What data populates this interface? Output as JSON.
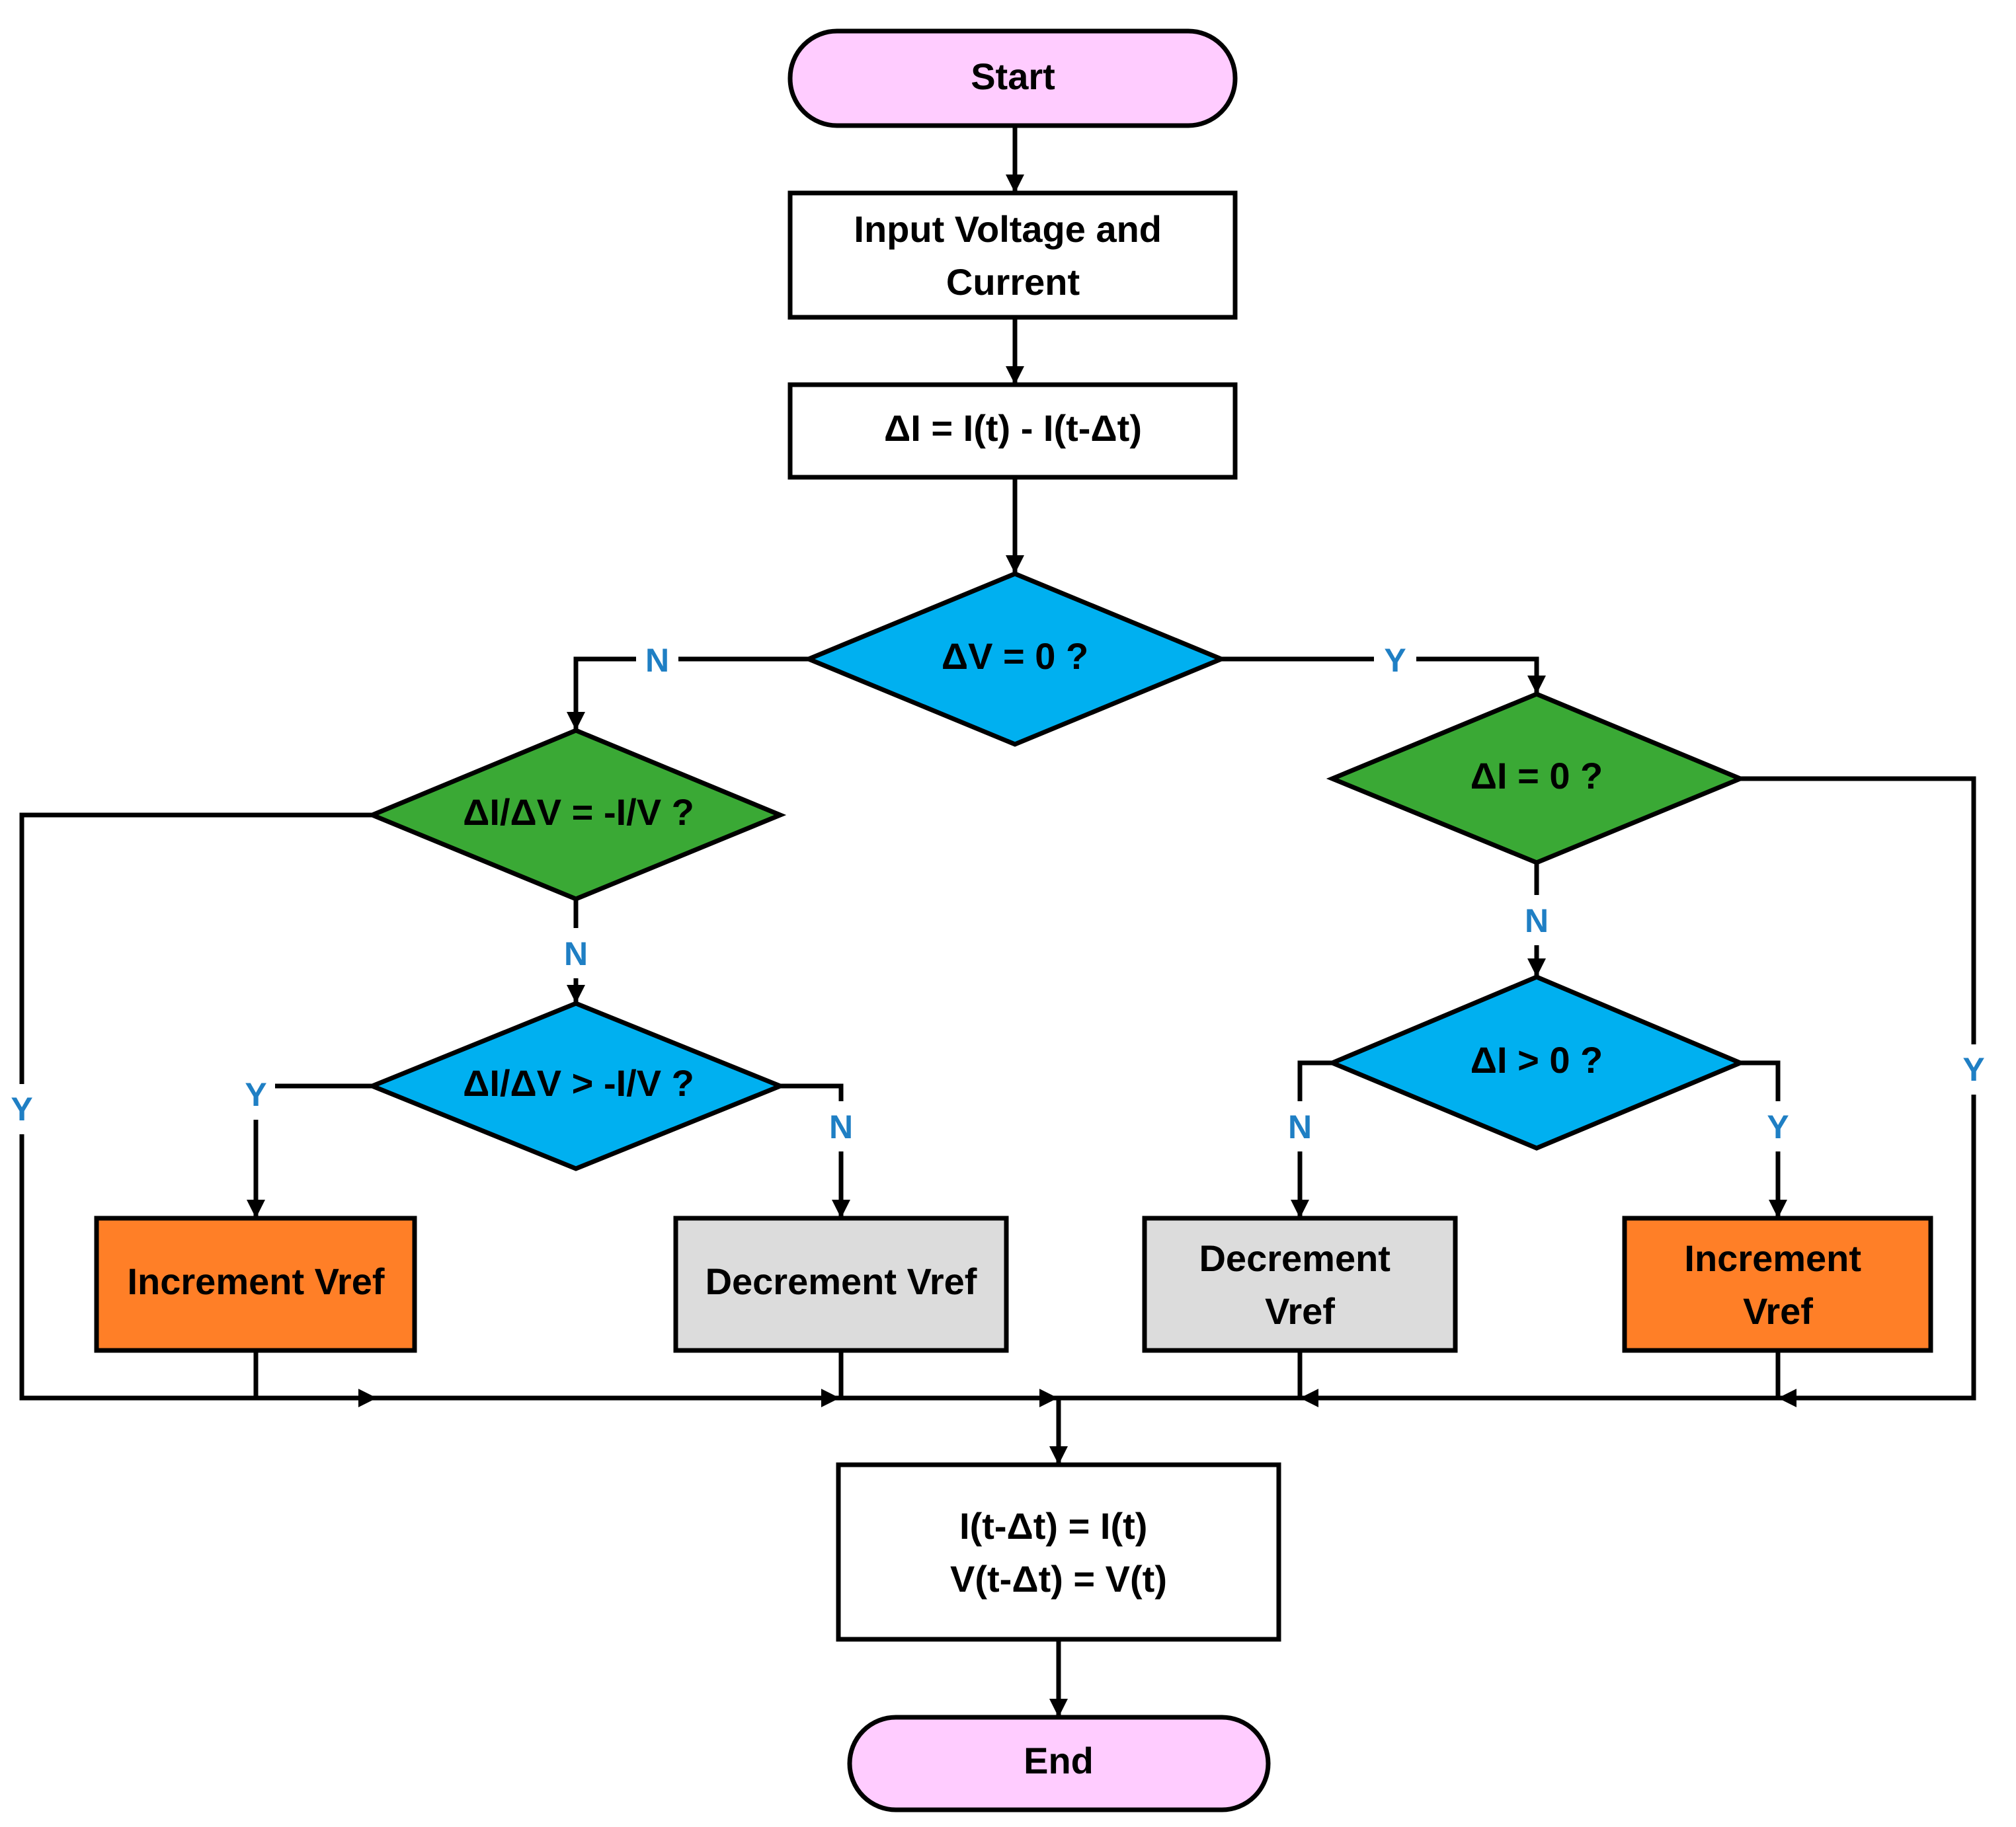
{
  "nodes": {
    "start": {
      "label": "Start",
      "fill": "#ffccff"
    },
    "input": {
      "lines": [
        "Input Voltage and",
        "Current"
      ],
      "fill": "#ffffff"
    },
    "delta_i_calc": {
      "label": "ΔI = I(t) - I(t-Δt)",
      "fill": "#ffffff"
    },
    "dv_zero": {
      "label": "ΔV = 0 ?",
      "fill": "#00b0f0"
    },
    "didv_eq": {
      "label": "ΔI/ΔV = -I/V ?",
      "fill": "#3aa935"
    },
    "didv_gt": {
      "label": "ΔI/ΔV > -I/V ?",
      "fill": "#00b0f0"
    },
    "di_zero": {
      "label": "ΔI = 0 ?",
      "fill": "#3aa935"
    },
    "di_gt": {
      "label": "ΔI > 0 ?",
      "fill": "#00b0f0"
    },
    "inc_left": {
      "label": "Increment Vref",
      "fill": "#ff7f27"
    },
    "dec_left": {
      "label": "Decrement Vref",
      "fill": "#dcdcdc"
    },
    "dec_right": {
      "lines": [
        "Decrement",
        "Vref"
      ],
      "fill": "#dcdcdc"
    },
    "inc_right": {
      "lines": [
        "Increment",
        "Vref"
      ],
      "fill": "#ff7f27"
    },
    "update": {
      "lines": [
        "I(t-Δt) = I(t)",
        "V(t-Δt) = V(t)"
      ],
      "fill": "#ffffff"
    },
    "end": {
      "label": "End",
      "fill": "#ffccff"
    }
  },
  "edge_labels": {
    "dv_zero_no": "N",
    "dv_zero_yes": "Y",
    "didv_eq_no": "N",
    "didv_eq_yes": "Y",
    "didv_gt_yes": "Y",
    "didv_gt_no": "N",
    "di_zero_no": "N",
    "di_zero_yes": "Y",
    "di_gt_no": "N",
    "di_gt_yes": "Y"
  },
  "colors": {
    "edge_label": "#1f7fc4",
    "line": "#000000"
  }
}
